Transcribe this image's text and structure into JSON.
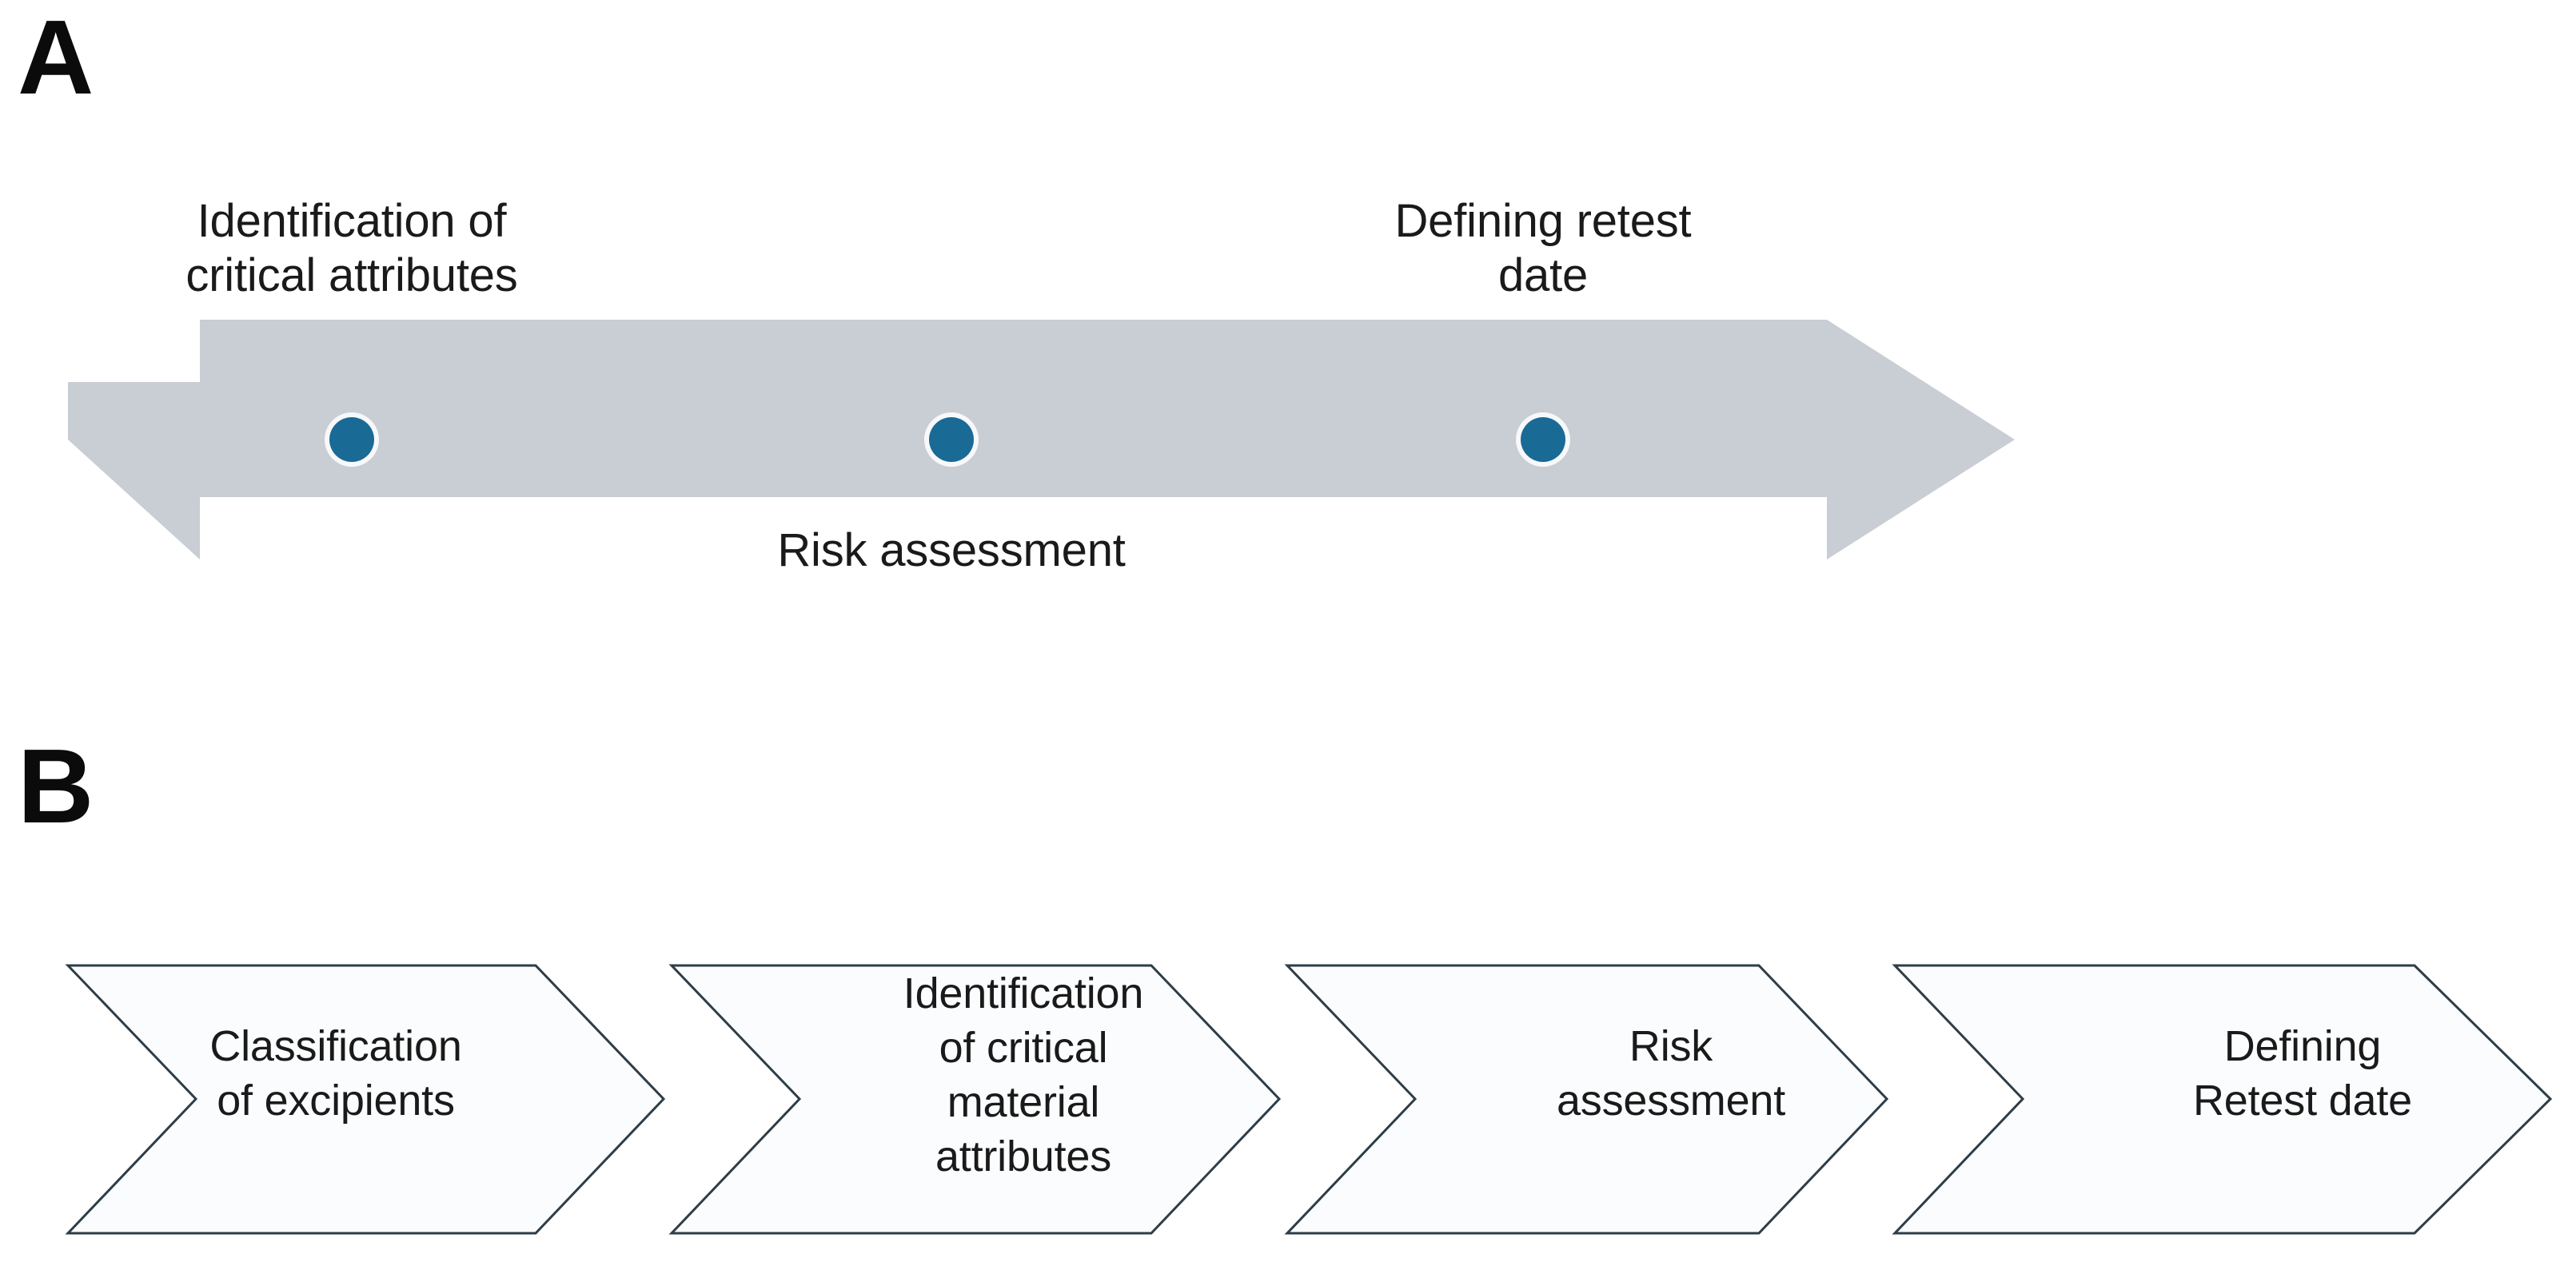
{
  "figure": {
    "panels": [
      {
        "letter": "A",
        "type": "timeline-arrow",
        "arrow": {
          "direction": "right",
          "fill_color": "#c9cdd4",
          "milestone_color": "#1a6a96",
          "milestone_count": 3
        },
        "milestones": [
          {
            "label": "Identification of\ncritical attributes",
            "position": "above"
          },
          {
            "label": "Risk assessment",
            "position": "below"
          },
          {
            "label": "Defining retest\ndate",
            "position": "above"
          }
        ]
      },
      {
        "letter": "B",
        "type": "chevron-process",
        "chevron": {
          "fill_color": "#fbfcfd",
          "border_color": "#2e3d47"
        },
        "steps": [
          {
            "label": "Classification\nof excipients"
          },
          {
            "label": "Identification\nof critical\nmaterial\nattributes"
          },
          {
            "label": "Risk\nassessment"
          },
          {
            "label": "Defining\nRetest date"
          }
        ]
      }
    ]
  }
}
